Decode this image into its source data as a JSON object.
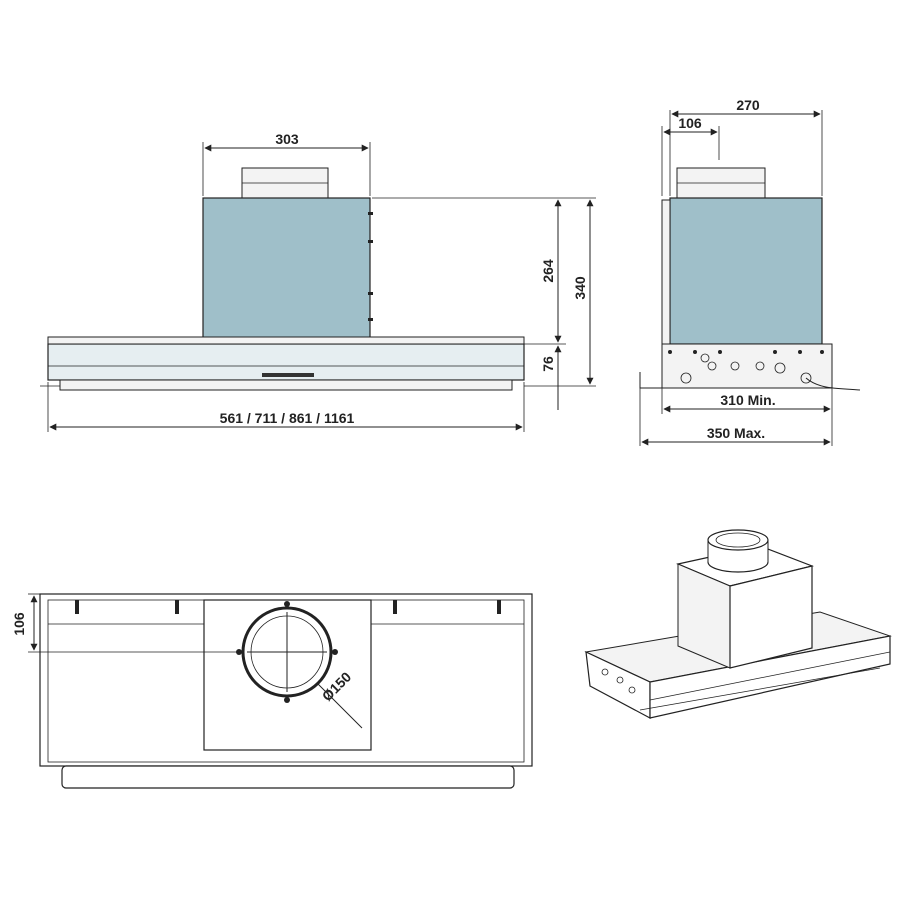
{
  "front_view": {
    "width_top": "303",
    "height_body": "264",
    "height_total": "340",
    "height_hood": "76",
    "width_total": "561 / 711 / 861 / 1161"
  },
  "side_view": {
    "depth_top": "270",
    "duct_offset": "106",
    "depth_min": "310 Min.",
    "depth_max": "350 Max."
  },
  "bottom_view": {
    "offset": "106",
    "duct_diameter": "Ø150"
  },
  "colors": {
    "body": "#9fbfc9",
    "hood": "#e6eef1",
    "line": "#222222"
  }
}
